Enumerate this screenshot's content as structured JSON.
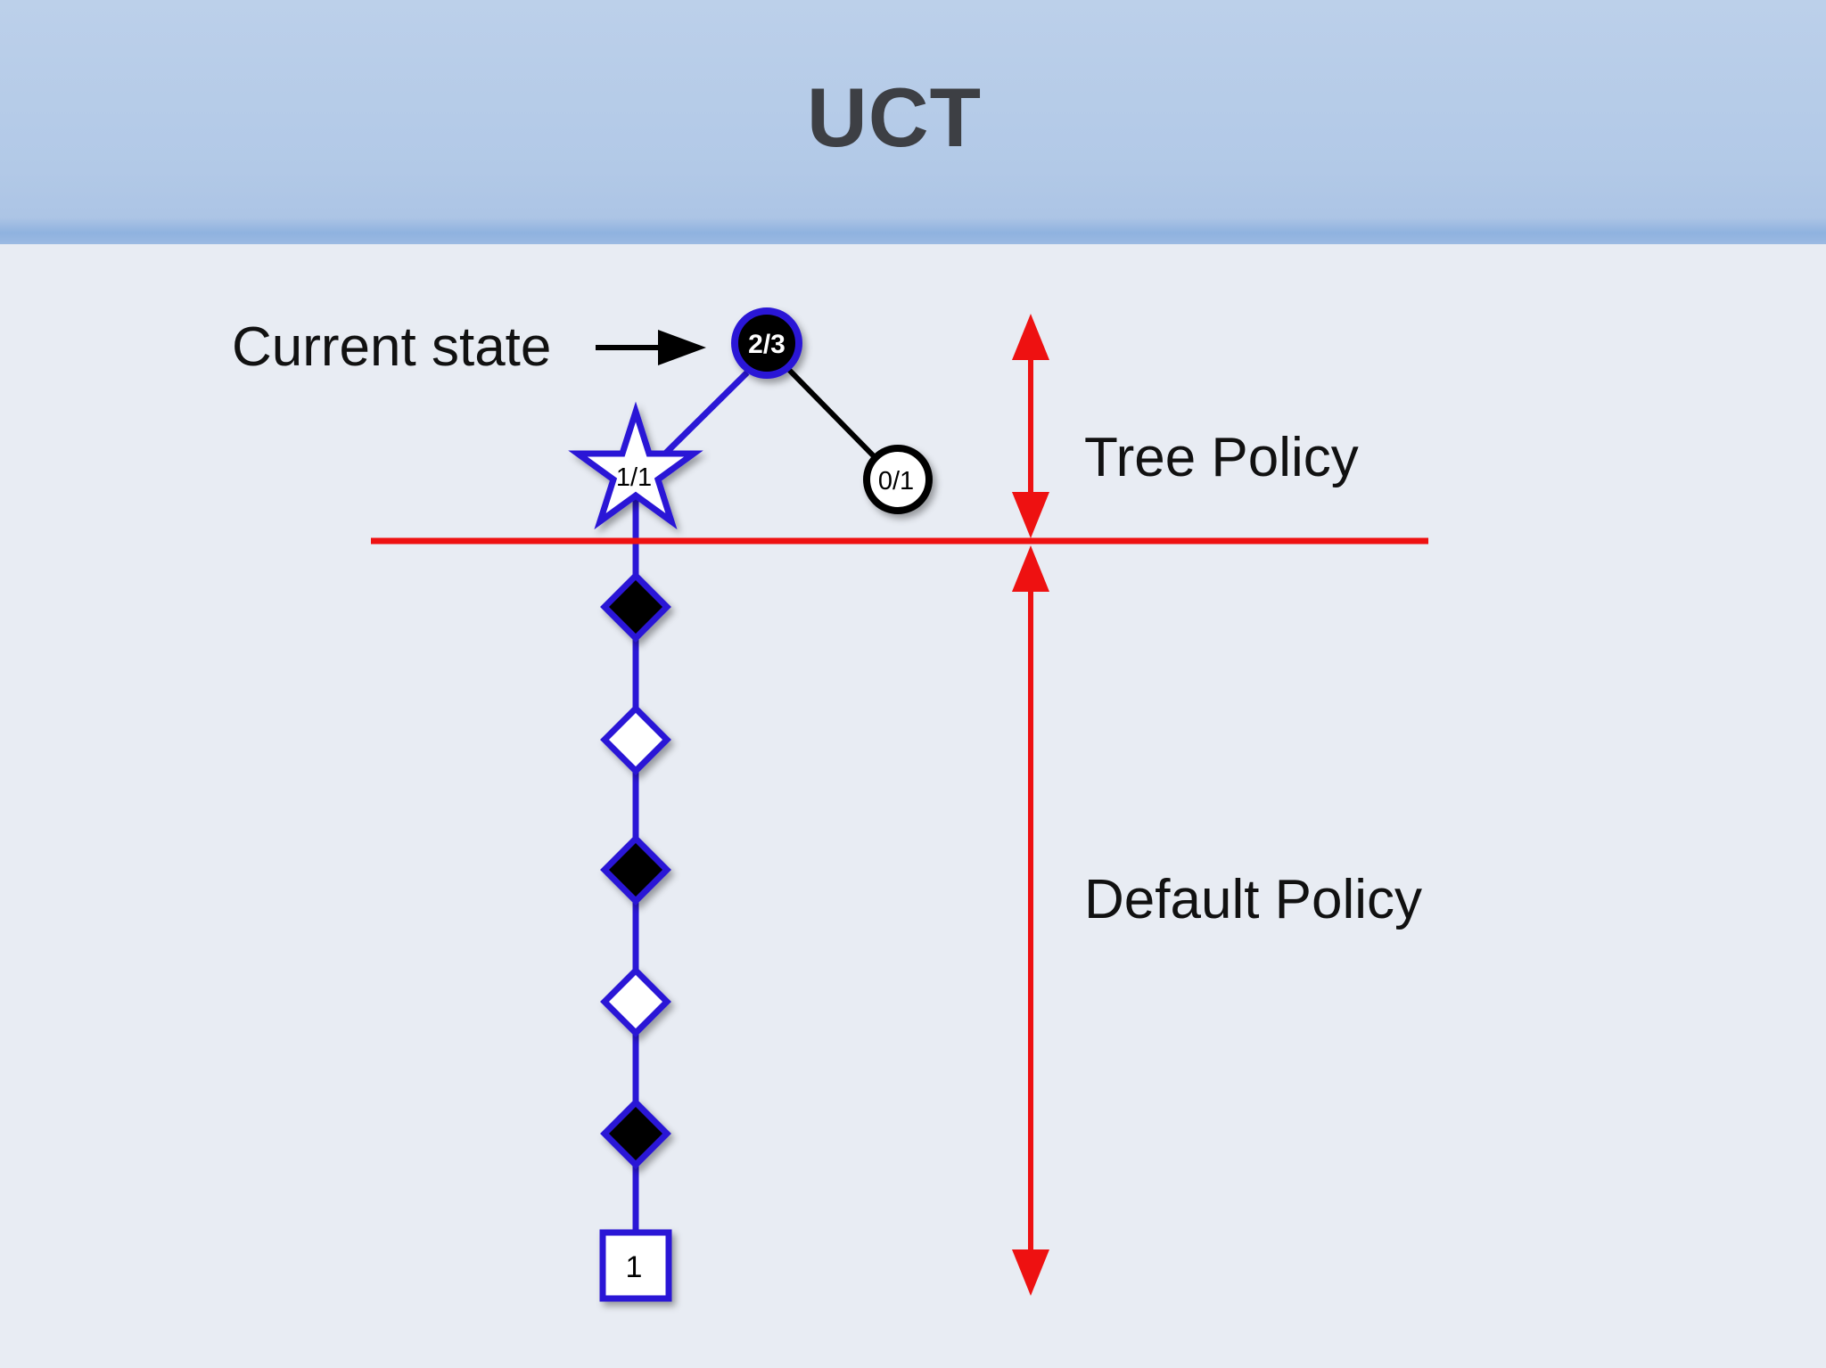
{
  "slide": {
    "title": "UCT"
  },
  "labels": {
    "current_state": "Current state",
    "tree_policy": "Tree Policy",
    "default_policy": "Default Policy"
  },
  "nodes": {
    "root": "2/3",
    "star": "1/1",
    "sibling": "0/1",
    "terminal": "1"
  },
  "colors": {
    "tree_path": "#2b17d6",
    "policy_divider": "#ee1111",
    "edge_black": "#000000",
    "header_bg": "#b6cce8"
  }
}
